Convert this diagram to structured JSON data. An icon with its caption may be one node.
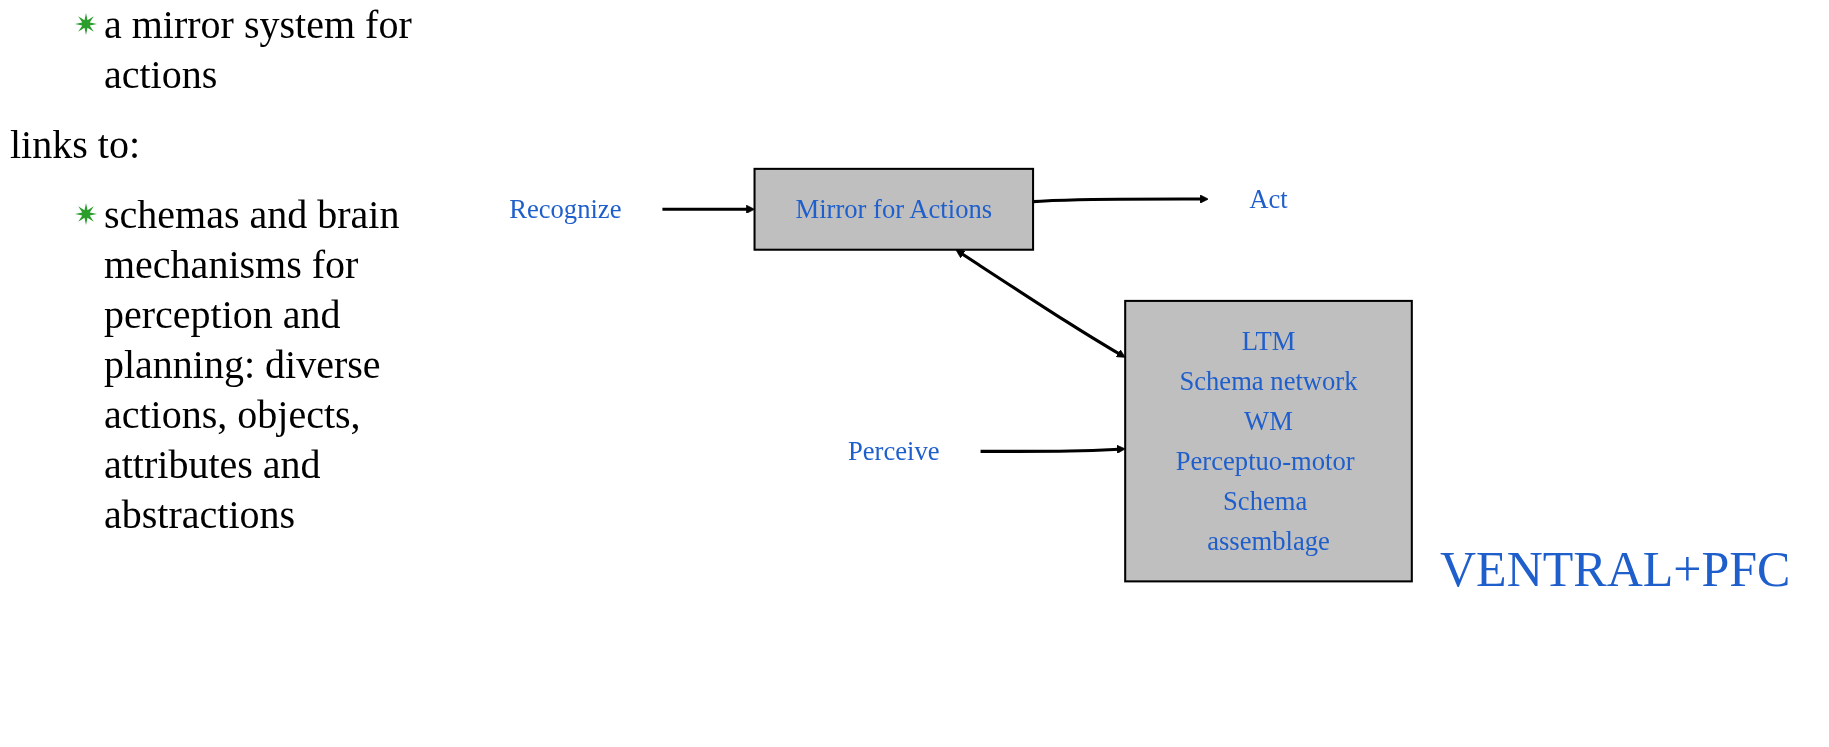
{
  "diagram": {
    "nodes": [
      {
        "text": [
          "Recognize"
        ]
      },
      {
        "text": [
          "Mirror for Actions"
        ]
      },
      {
        "text": [
          "Act"
        ]
      },
      {
        "text": [
          "LTM",
          "Schema network",
          "WM",
          "Perceptuo-motor Schema assemblage"
        ]
      },
      {
        "text": [
          "Perceive"
        ]
      }
    ],
    "edges": [
      {
        "from": 0,
        "to": 1,
        "arrow": "to"
      },
      {
        "from": 1,
        "to": 2,
        "arrow": "to"
      },
      {
        "from": 1,
        "to": 3,
        "arrow": "both"
      },
      {
        "from": 4,
        "to": 3,
        "arrow": "to"
      }
    ],
    "labels": [
      "a mirror system for actions",
      "links to:",
      "schemas and brain mechanisms for perception and planning: diverse actions, objects, attributes and abstractions",
      "VENTRAL+PFC"
    ]
  }
}
